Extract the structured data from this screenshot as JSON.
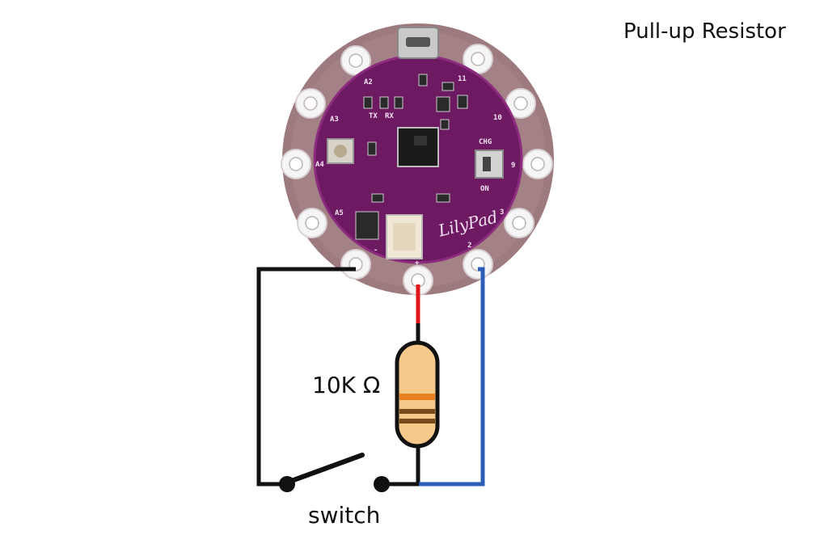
{
  "title": "Pull-up Resistor",
  "resistor_label": "10K Ω",
  "switch_label": "switch",
  "board": {
    "logo": "LilyPad",
    "pin_labels": [
      "A2",
      "TX",
      "RX",
      "11",
      "A3",
      "10",
      "CHG",
      "A4",
      "9",
      "ON",
      "A5",
      "3",
      "2",
      "-",
      "+"
    ]
  },
  "wire_colors": {
    "ground": "#111111",
    "power": "#e0161b",
    "signal": "#2d5db8"
  },
  "colors": {
    "board_purple": "#6e1a63",
    "board_ring": "#9c7a7e",
    "resistor_body": "#f6c98a",
    "resistor_band_orange": "#e8801e",
    "resistor_band_brown": "#7a4a1c"
  }
}
